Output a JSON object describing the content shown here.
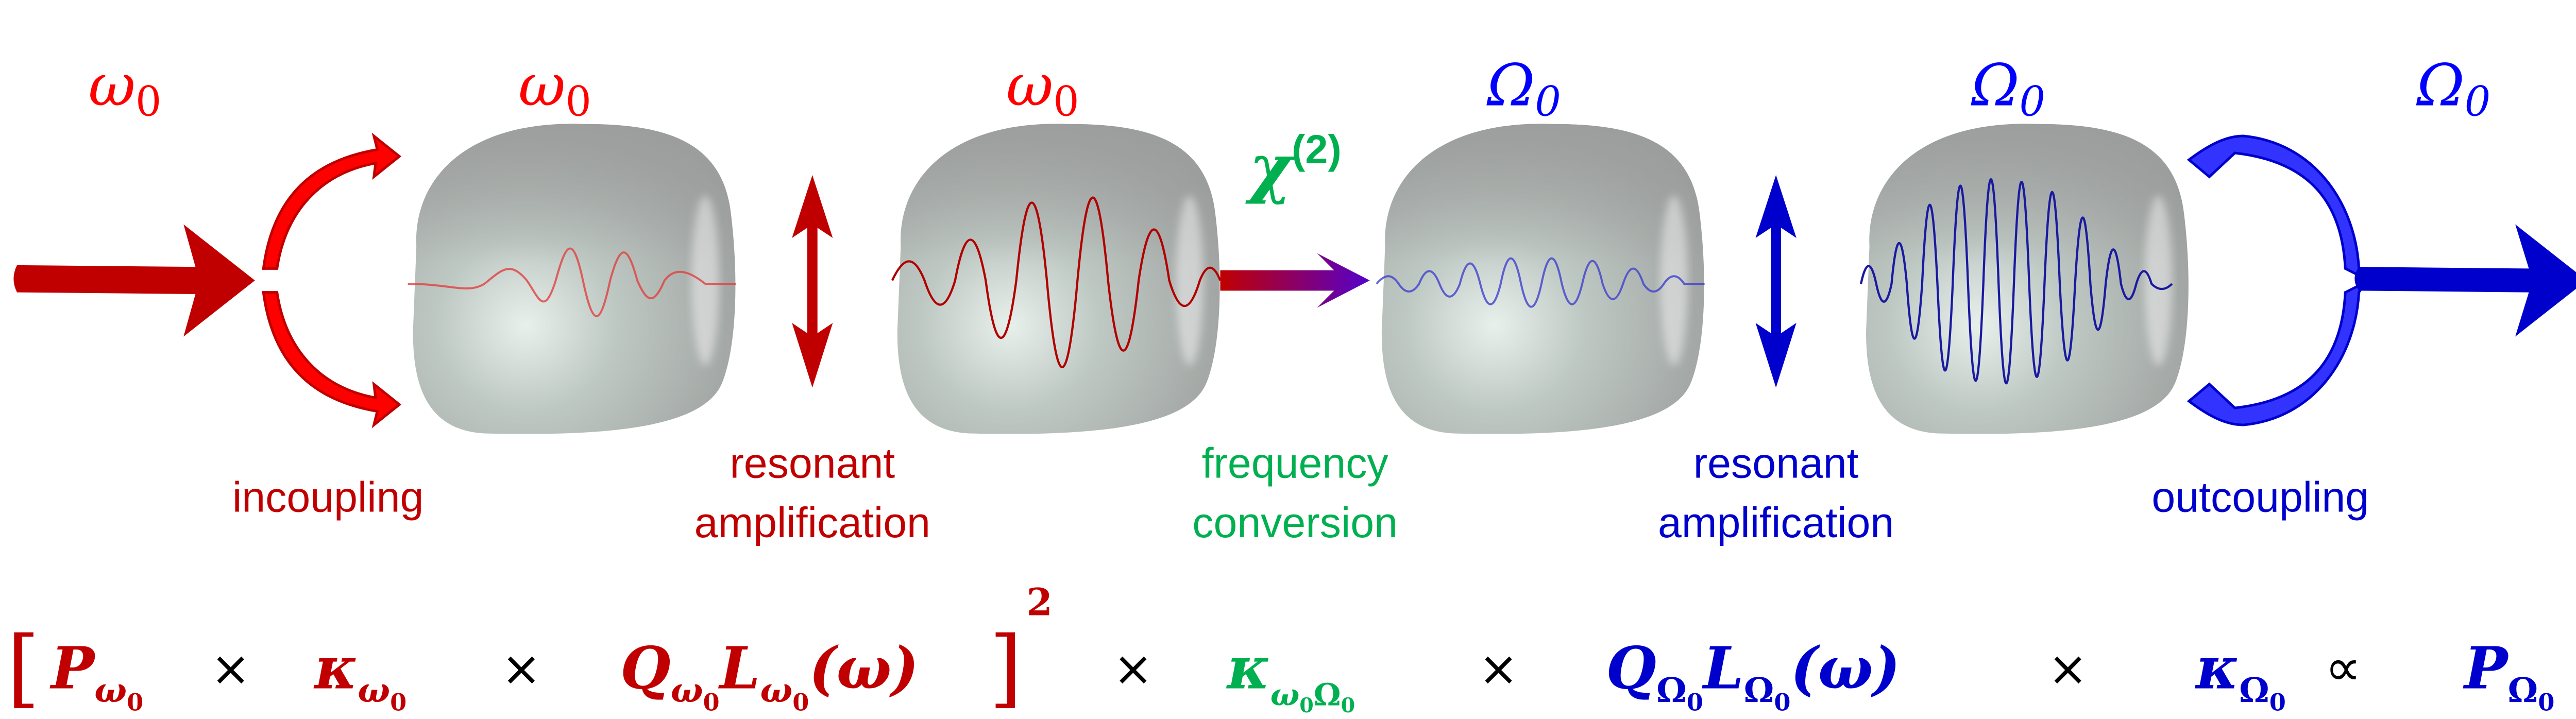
{
  "colors": {
    "red": "#C00000",
    "bright_red": "#FF0000",
    "blue": "#0000CC",
    "bright_blue": "#3333FF",
    "green": "#00B050",
    "purple": "#6600CC",
    "black": "#000000",
    "cavity": "#B9C4BF"
  },
  "frequency_labels": [
    {
      "text": "ω",
      "sub": "0",
      "color": "red"
    },
    {
      "text": "ω",
      "sub": "0",
      "color": "red"
    },
    {
      "text": "ω",
      "sub": "0",
      "color": "red"
    },
    {
      "text": "Ω",
      "sub": "0",
      "color": "blue"
    },
    {
      "text": "Ω",
      "sub": "0",
      "color": "blue"
    },
    {
      "text": "Ω",
      "sub": "0",
      "color": "blue"
    }
  ],
  "nonlinearity": {
    "symbol": "χ",
    "superscript": "(2)"
  },
  "stage_labels": {
    "incoupling": [
      "incoupling"
    ],
    "resonant_red": [
      "resonant",
      "amplification"
    ],
    "frequency_conversion": [
      "frequency",
      "conversion"
    ],
    "resonant_blue": [
      "resonant",
      "amplification"
    ],
    "outcoupling": [
      "outcoupling"
    ]
  },
  "equation": {
    "open_bracket": "[",
    "P_w": {
      "base": "P",
      "sub": "ω",
      "subsub": "0"
    },
    "times1": "×",
    "kappa_w": {
      "base": "κ",
      "sub": "ω",
      "subsub": "0"
    },
    "times2": "×",
    "Q_w": {
      "base": "Q",
      "sub": "ω",
      "subsub": "0"
    },
    "L_w": {
      "base": "L",
      "sub": "ω",
      "subsub": "0",
      "arg": "(ω)"
    },
    "close_bracket": "]",
    "power": "2",
    "times3": "×",
    "kappa_wW": {
      "base": "κ",
      "sub": "ω",
      "subsub": "0",
      "sub2": "Ω",
      "subsub2": "0"
    },
    "times4": "×",
    "Q_W": {
      "base": "Q",
      "sub": "Ω",
      "subsub": "0"
    },
    "L_W": {
      "base": "L",
      "sub": "Ω",
      "subsub": "0",
      "arg": "(ω)"
    },
    "times5": "×",
    "kappa_W": {
      "base": "κ",
      "sub": "Ω",
      "subsub": "0"
    },
    "propto": "∝",
    "P_W": {
      "base": "P",
      "sub": "Ω",
      "subsub": "0"
    }
  }
}
